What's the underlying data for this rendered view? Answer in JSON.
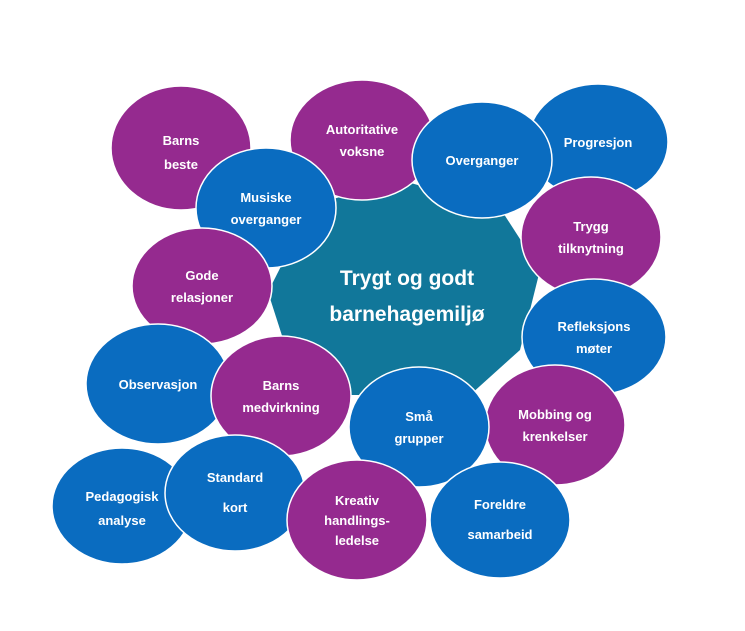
{
  "colors": {
    "blue": "#0A6CC0",
    "purple": "#952A8F",
    "teal": "#11779A"
  },
  "center": {
    "lines": [
      "Trygt og godt",
      "barnehagemiljø"
    ]
  },
  "bubbles": [
    {
      "id": "barns-beste",
      "color": "purple",
      "lines": [
        "Barns",
        "beste"
      ]
    },
    {
      "id": "autoritative-voksne",
      "color": "purple",
      "lines": [
        "Autoritative",
        "voksne"
      ]
    },
    {
      "id": "progresjon",
      "color": "blue",
      "lines": [
        "Progresjon"
      ]
    },
    {
      "id": "overganger",
      "color": "blue",
      "lines": [
        "Overganger"
      ]
    },
    {
      "id": "musiske-overganger",
      "color": "blue",
      "lines": [
        "Musiske",
        "overganger"
      ]
    },
    {
      "id": "trygg-tilknytning",
      "color": "purple",
      "lines": [
        "Trygg",
        "tilknytning"
      ]
    },
    {
      "id": "gode-relasjoner",
      "color": "purple",
      "lines": [
        "Gode",
        "relasjoner"
      ]
    },
    {
      "id": "refleksjons-moter",
      "color": "blue",
      "lines": [
        "Refleksjons",
        "møter"
      ]
    },
    {
      "id": "observasjon",
      "color": "blue",
      "lines": [
        "Observasjon"
      ]
    },
    {
      "id": "barns-medvirkning",
      "color": "purple",
      "lines": [
        "Barns",
        "medvirkning"
      ]
    },
    {
      "id": "mobbing-og-krenkelser",
      "color": "purple",
      "lines": [
        "Mobbing og",
        "krenkelser"
      ]
    },
    {
      "id": "sma-grupper",
      "color": "blue",
      "lines": [
        "Små",
        "grupper"
      ]
    },
    {
      "id": "pedagogisk-analyse",
      "color": "blue",
      "lines": [
        "Pedagogisk",
        "analyse"
      ]
    },
    {
      "id": "standard-kort",
      "color": "blue",
      "lines": [
        "Standard",
        "kort"
      ]
    },
    {
      "id": "foreldre-samarbeid",
      "color": "blue",
      "lines": [
        "Foreldre",
        "samarbeid"
      ]
    },
    {
      "id": "kreativ-handlingsledelse",
      "color": "purple",
      "lines": [
        "Kreativ",
        "handlings-",
        "ledelse"
      ]
    }
  ]
}
